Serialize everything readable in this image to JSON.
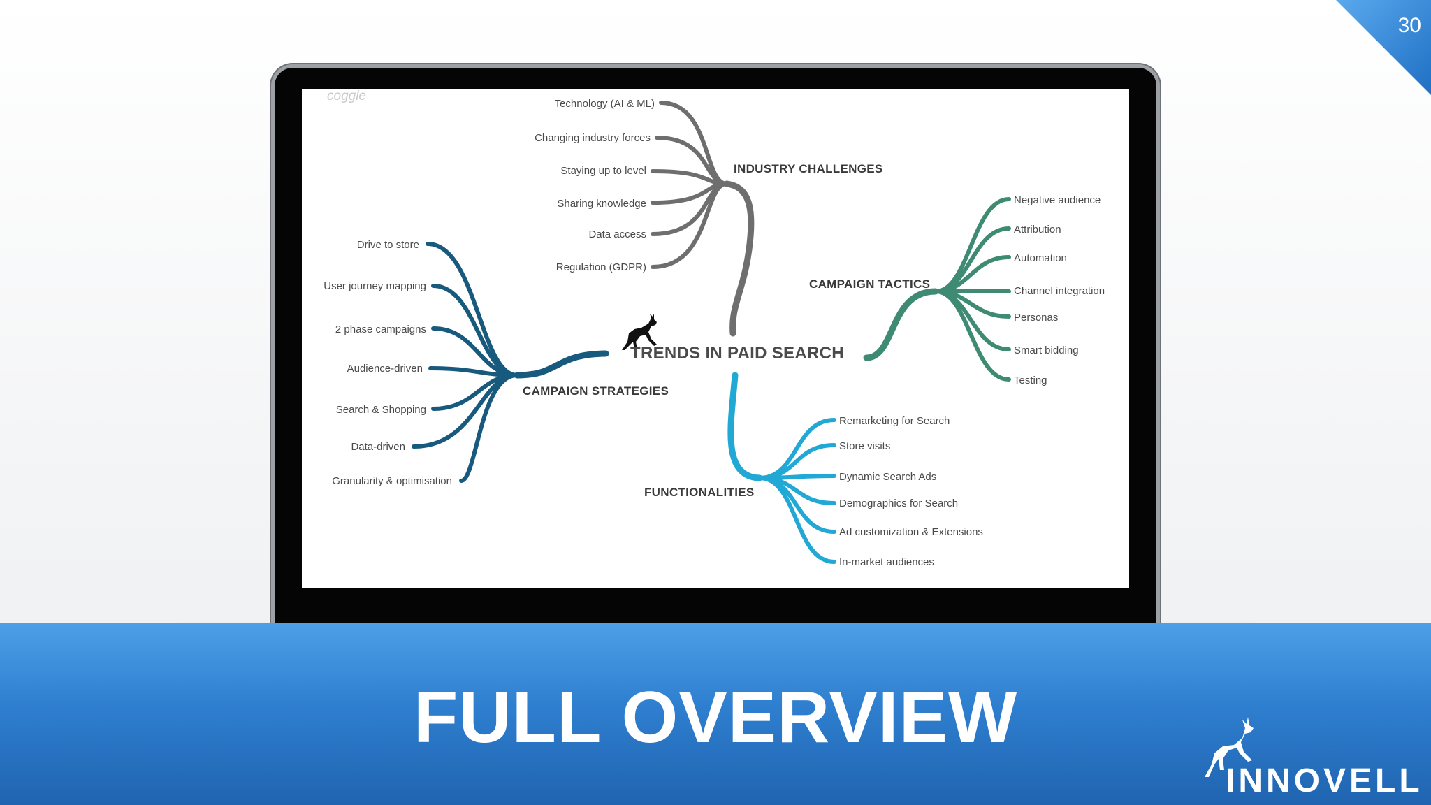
{
  "page": {
    "number": "30",
    "title": "FULL OVERVIEW"
  },
  "colors": {
    "band_blue": "#2f7fd0",
    "industry_challenges": "#6e6e6e",
    "campaign_tactics": "#3e8a72",
    "campaign_strategies": "#175a7d",
    "functionalities": "#21a8d5"
  },
  "brand": {
    "name": "INNOVELL",
    "icon": "deer-icon"
  },
  "mindmap": {
    "watermark": "coggle",
    "center": {
      "label": "TRENDS IN PAID SEARCH",
      "icon": "deer-icon"
    },
    "branches": [
      {
        "label": "INDUSTRY CHALLENGES",
        "items": [
          "Technology (AI & ML)",
          "Changing industry forces",
          "Staying up to level",
          "Sharing knowledge",
          "Data access",
          "Regulation (GDPR)"
        ]
      },
      {
        "label": "CAMPAIGN TACTICS",
        "items": [
          "Negative audience",
          "Attribution",
          "Automation",
          "Channel integration",
          "Personas",
          "Smart bidding",
          "Testing"
        ]
      },
      {
        "label": "CAMPAIGN STRATEGIES",
        "items": [
          "Drive to store",
          "User journey mapping",
          "2 phase campaigns",
          "Audience-driven",
          "Search & Shopping",
          "Data-driven",
          "Granularity & optimisation"
        ]
      },
      {
        "label": "FUNCTIONALITIES",
        "items": [
          "Remarketing for Search",
          "Store visits",
          "Dynamic Search Ads",
          "Demographics for Search",
          "Ad customization & Extensions",
          "In-market audiences"
        ]
      }
    ]
  }
}
